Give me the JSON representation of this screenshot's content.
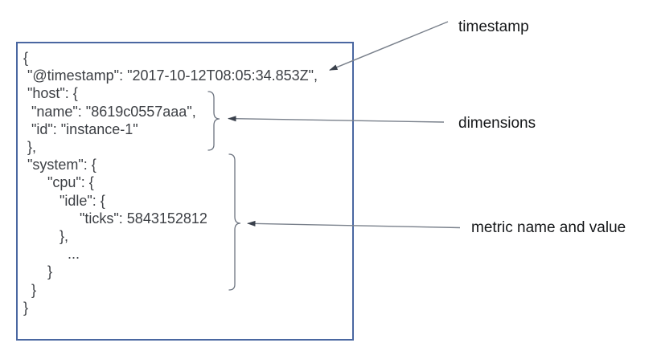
{
  "figure": {
    "json_box": {
      "lines": [
        "{",
        " \"@timestamp\": \"2017-10-12T08:05:34.853Z\",",
        " \"host\": {",
        "  \"name\": \"8619c0557aaa\",",
        "  \"id\": \"instance-1\"",
        " },",
        " \"system\": {",
        "      \"cpu\": {",
        "         \"idle\": {",
        "              \"ticks\": 5843152812",
        "         },",
        "           ...",
        "      }",
        "  }",
        "}"
      ]
    },
    "labels": {
      "timestamp": "timestamp",
      "dimensions": "dimensions",
      "metric": "metric name and value"
    },
    "colors": {
      "box_border": "#4a67a1",
      "code_text": "#3d4045",
      "label_text": "#16181a",
      "connector_line": "#79808b",
      "arrowhead": "#3a414c",
      "brace": "#6d7480"
    }
  }
}
